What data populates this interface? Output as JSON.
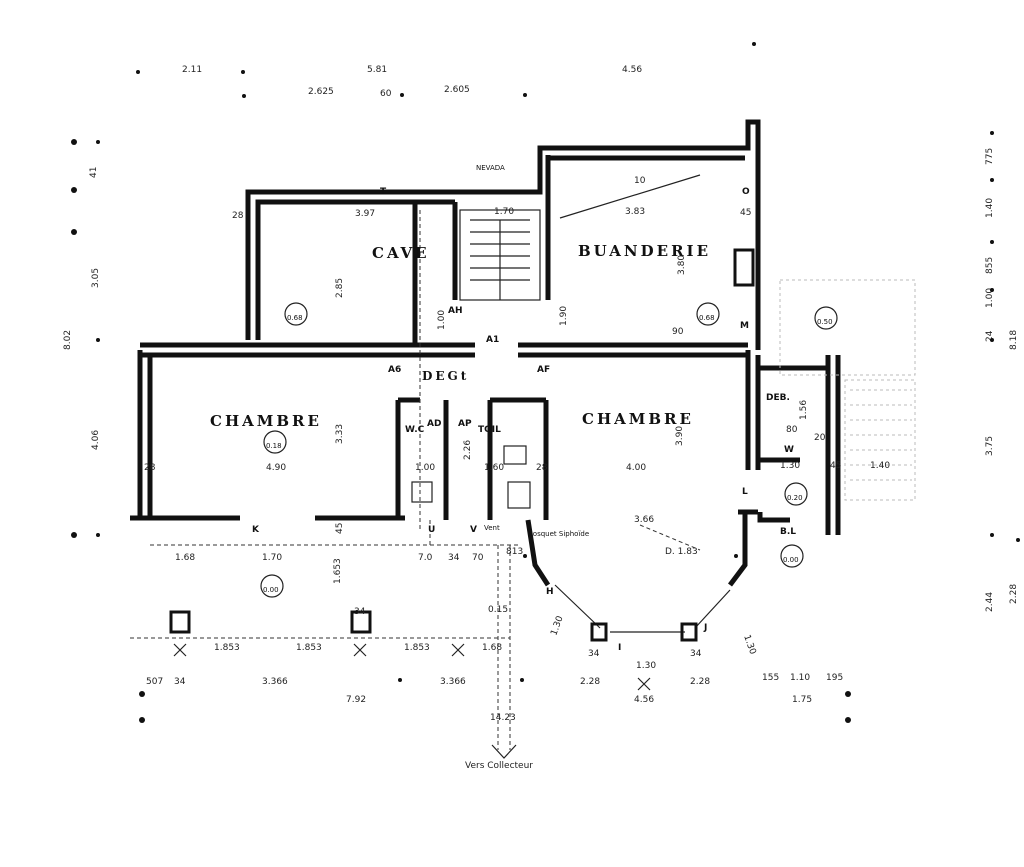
{
  "rooms": {
    "cave": "CAVE",
    "buanderie": "BUANDERIE",
    "chambre_left": "CHAMBRE",
    "chambre_right": "CHAMBRE",
    "degt": "DEGt",
    "wc": "W.C",
    "toil": "TOIL",
    "deb": "DEB.",
    "nevada": "NEVADA"
  },
  "levels": [
    "0.68",
    "0.68",
    "0.50",
    "0.18",
    "0.00",
    "0.20",
    "0.00"
  ],
  "top_dims": {
    "a": "2.11",
    "b": "5.81",
    "c": "4.56",
    "d": "2.625",
    "e": "60",
    "f": "2.605"
  },
  "left_dims": {
    "total": "8.02",
    "upper": "3.05",
    "lower": "4.06",
    "top": "41"
  },
  "right_dims": {
    "a": "775",
    "b": "1.40",
    "c": "855",
    "d": "1.00",
    "e": "24",
    "total": "8.18",
    "f": "3.75",
    "g": "2.44",
    "h": "2.28"
  },
  "interior_dims": {
    "cave_w": "3.97",
    "cave_h": "2.85",
    "stair_w": "1.70",
    "buand_w": "3.83",
    "buand_h": "3.80",
    "chambre_w": "4.90",
    "chambre_h": "3.33",
    "wc_w": "1.00",
    "toil_w": "1.60",
    "toil_h": "2.26",
    "chambre2_w": "4.00",
    "chambre2_h": "3.90",
    "bay_w": "3.66",
    "bay_d": "D. 1.83",
    "deb_h": "1.56",
    "w_w": "1.30",
    "ext_w": "1.40",
    "stair_num": "10",
    "dim_28": "28",
    "dim_45": "45",
    "dim_80": "80",
    "dim_90": "90",
    "dim_1_90": "1.90",
    "dim_1_00": "1.00",
    "dim_20": "20"
  },
  "bottom_dims": {
    "a": "1.68",
    "b": "1.70",
    "c": "1.653",
    "d": "7.0",
    "e": "34",
    "f": "70",
    "g": "813",
    "h": "1.853",
    "i": "1.853",
    "j": "1.853",
    "k": "1.68",
    "l": "1.30",
    "m": "1.30",
    "n": "1.30",
    "o": "507",
    "p": "34",
    "q": "3.366",
    "r": "7.92",
    "s": "3.366",
    "t": "2.28",
    "u": "4.56",
    "v": "2.28",
    "w": "155",
    "x": "1.10",
    "y": "195",
    "z": "1.75",
    "total": "14.23",
    "s34": "34",
    "s34b": "34",
    "s34c": "34",
    "sl015": "0.15"
  },
  "tags": [
    "AH",
    "A1",
    "A6",
    "AF",
    "K",
    "U",
    "V",
    "H",
    "I",
    "J",
    "L",
    "M",
    "O",
    "W",
    "B.L",
    "T",
    "AD",
    "AP"
  ],
  "notes": {
    "collector": "Vers Collecteur",
    "vent": "Vent",
    "bosquet": "Bosquet Siphoïde"
  }
}
